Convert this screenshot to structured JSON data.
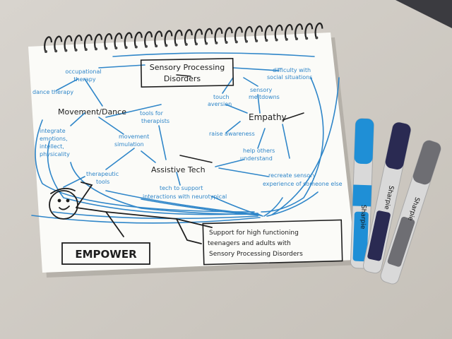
{
  "photo": {
    "center_title": [
      "Sensory Processing",
      "Disorders"
    ],
    "nodes": {
      "occupational_therapy": [
        "occupational",
        "therapy"
      ],
      "dance_therapy": "dance therapy",
      "movement_dance": "Movement/Dance",
      "tools_for_therapists": [
        "tools for",
        "therapists"
      ],
      "integrate": [
        "integrate",
        "emotions,",
        "intellect,",
        "physicality"
      ],
      "movement_simulation": [
        "movement",
        "simulation"
      ],
      "touch_aversion": [
        "touch",
        "aversion"
      ],
      "sensory_meltdowns": [
        "sensory",
        "meltdowns"
      ],
      "difficulty": [
        "difficulty with",
        "social situations"
      ],
      "empathy": "Empathy",
      "raise_awareness": "raise awareness",
      "help_others": [
        "help others",
        "understand"
      ],
      "assistive_tech": "Assistive Tech",
      "therapeutic_tools": [
        "therapeutic",
        "tools"
      ],
      "tech_to_support": [
        "tech to support",
        "interactions with neurotypical"
      ],
      "recreate": [
        "recreate sensory",
        "experience of someone else"
      ],
      "empower": "EMPOWER",
      "support_box": [
        "Support for high functioning",
        "teenagers and adults with",
        "Sensory Processing Disorders"
      ]
    },
    "markers": [
      {
        "name": "blue-sharpie",
        "cap_color": "#1f8fd6",
        "body_color": "#d9d9d9",
        "brand": "Sharpie"
      },
      {
        "name": "navy-sharpie",
        "cap_color": "#2a2a52",
        "body_color": "#d9d9d9",
        "brand": "Sharpie"
      },
      {
        "name": "gray-sharpie",
        "cap_color": "#6e6e73",
        "body_color": "#d9d9d9",
        "brand": "Sharpie"
      }
    ],
    "colors": {
      "ink_blue": "#2f86c9",
      "ink_black": "#1e1e1e",
      "paper": "#fbfbf8",
      "background": "#cfcac3"
    }
  }
}
